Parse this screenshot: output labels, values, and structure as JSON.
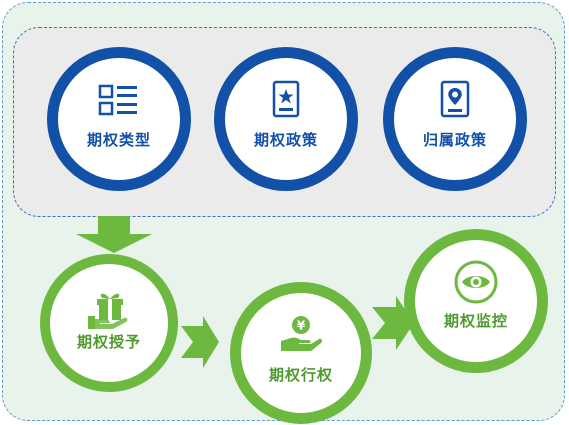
{
  "colors": {
    "blue": "#1350a8",
    "green": "#6db83f",
    "outer_bg": "#e8f3ec",
    "inner_bg": "#ebebeb"
  },
  "policies": [
    {
      "label": "期权类型",
      "icon": "list-icon"
    },
    {
      "label": "期权政策",
      "icon": "certificate-icon"
    },
    {
      "label": "归属政策",
      "icon": "location-card-icon"
    }
  ],
  "flow": [
    {
      "label": "期权授予",
      "icon": "gift-hand-icon"
    },
    {
      "label": "期权行权",
      "icon": "yen-hand-icon"
    },
    {
      "label": "期权监控",
      "icon": "eye-icon"
    }
  ]
}
